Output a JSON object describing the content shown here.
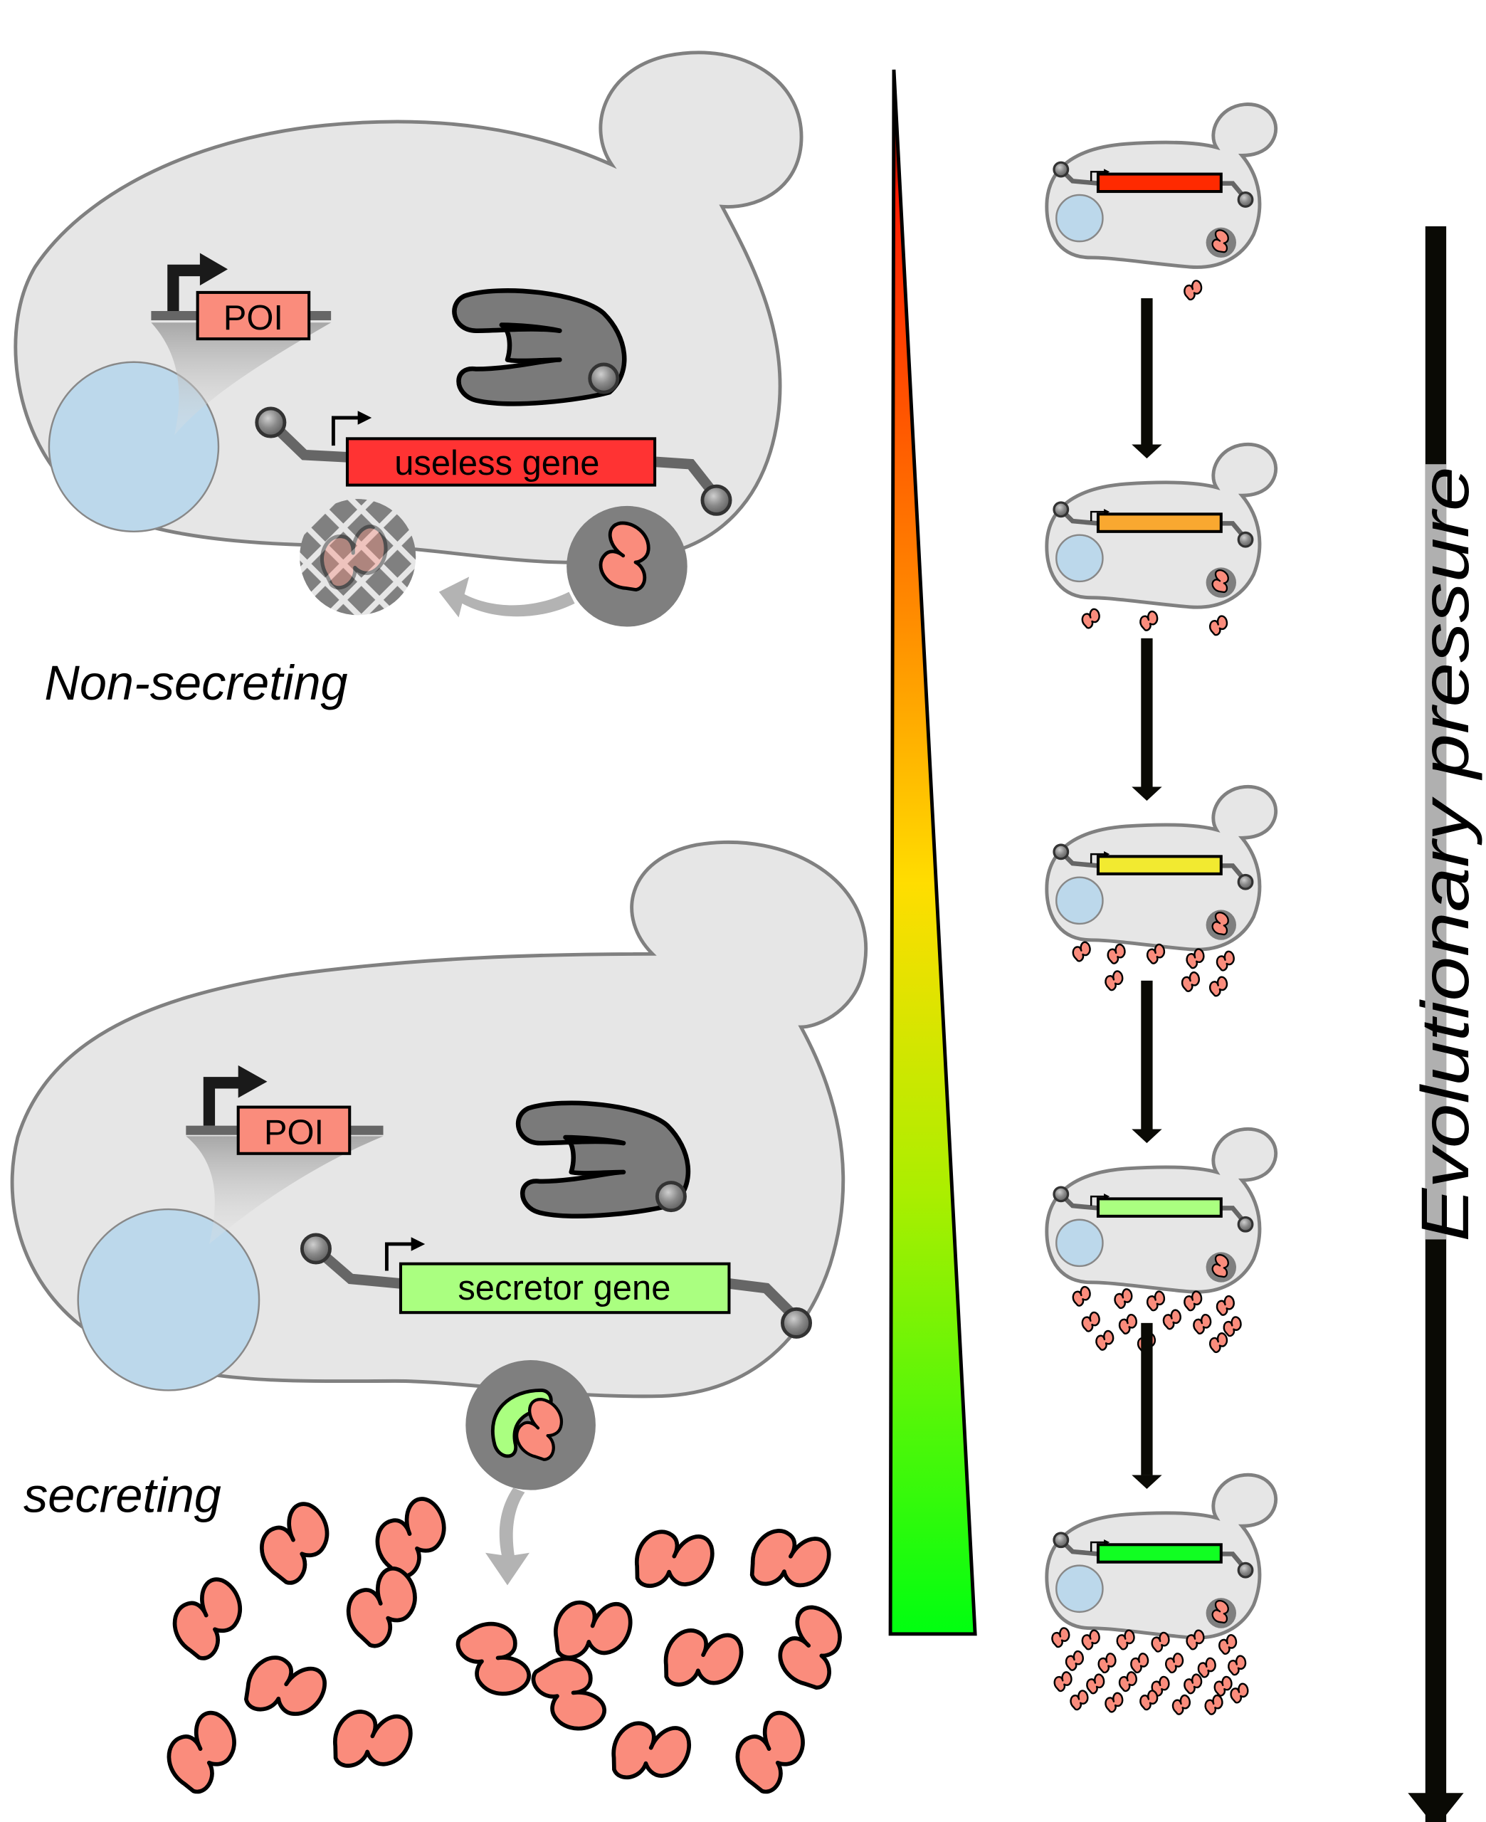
{
  "figure": {
    "type": "biology-schematic",
    "background": "#ffffff"
  },
  "left_panel": {
    "top_cell": {
      "label": "Non-secreting",
      "promoter_gene_label": "POI",
      "promoter_gene_color": "#fa8c7c",
      "pathway_gene_label": "useless gene",
      "pathway_gene_color": "#ff3333",
      "protein_fate": "degraded"
    },
    "bottom_cell": {
      "label": "secreting",
      "promoter_gene_label": "POI",
      "promoter_gene_color": "#fa8c7c",
      "pathway_gene_label": "secretor gene",
      "pathway_gene_color": "#aaff80",
      "protein_fate": "secreted"
    }
  },
  "gradient_wedge": {
    "colors_top_to_bottom": [
      "#000000",
      "#ff2200",
      "#ff8800",
      "#ffdd00",
      "#aaee00",
      "#00ff00"
    ]
  },
  "evolution_series": {
    "arrow_label": "Evolutionary pressure",
    "stages": [
      {
        "gene_color": "#ff2a00",
        "secreted_proteins": 1
      },
      {
        "gene_color": "#f9a830",
        "secreted_proteins": 3
      },
      {
        "gene_color": "#f2ea30",
        "secreted_proteins": 8
      },
      {
        "gene_color": "#aaff80",
        "secreted_proteins": 13
      },
      {
        "gene_color": "#11ff22",
        "secreted_proteins": 24
      }
    ]
  },
  "colors": {
    "cell_fill": "#e6e6e6",
    "cell_stroke": "#808080",
    "nucleus": "#bcd8eb",
    "protein": "#fa8c7c",
    "machinery": "#7a7a7a"
  }
}
